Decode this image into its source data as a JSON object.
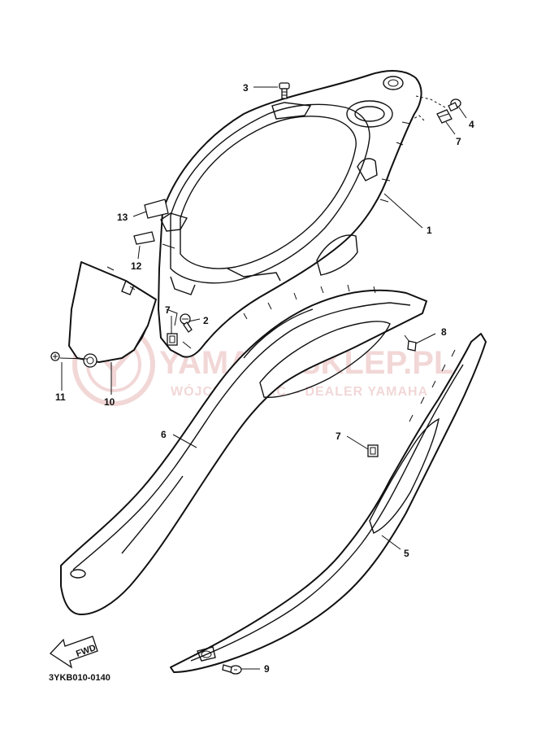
{
  "watermark": {
    "brand": "YAMAHASKLEP.PL",
    "tagline": "WÓJCIBRUD S.C. - DEALER YAMAHA",
    "color": "#e06666"
  },
  "callouts": [
    {
      "id": "c1",
      "label": "1"
    },
    {
      "id": "c2",
      "label": "2"
    },
    {
      "id": "c3",
      "label": "3"
    },
    {
      "id": "c4",
      "label": "4"
    },
    {
      "id": "c5",
      "label": "5"
    },
    {
      "id": "c6",
      "label": "6"
    },
    {
      "id": "c7a",
      "label": "7"
    },
    {
      "id": "c7b",
      "label": "7"
    },
    {
      "id": "c7c",
      "label": "7"
    },
    {
      "id": "c8",
      "label": "8"
    },
    {
      "id": "c9",
      "label": "9"
    },
    {
      "id": "c10",
      "label": "10"
    },
    {
      "id": "c11",
      "label": "11"
    },
    {
      "id": "c12",
      "label": "12"
    },
    {
      "id": "c13",
      "label": "13"
    }
  ],
  "fwd_label": "FWD",
  "diagram_code": "3YKB010-0140"
}
